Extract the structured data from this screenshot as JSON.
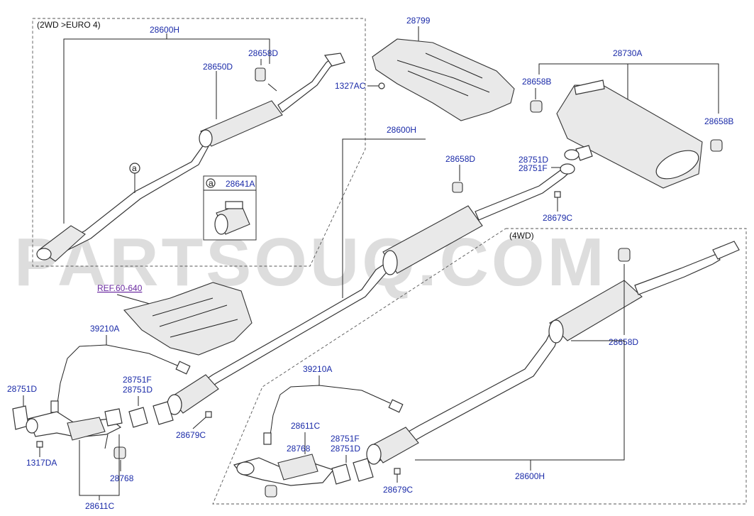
{
  "watermark": "PARTSOUQ.COM",
  "sections": {
    "section_2wd": "(2WD >EURO 4)",
    "section_4wd": "(4WD)"
  },
  "labels": {
    "muffler_2wd": "28600H",
    "center_muffler_2wd": "28650D",
    "hanger_2wd": "28658D",
    "clamp_marker": "a",
    "clamp_part_marker": "a",
    "clamp_part": "28641A",
    "heat_protector": "28799",
    "bolt": "1327AC",
    "rear_muffler": "28730A",
    "hanger_rear_left": "28658B",
    "hanger_rear_right": "28658B",
    "muffler_main": "28600H",
    "hanger_main": "28658D",
    "gasket_rear_1": "28751D",
    "gasket_rear_2": "28751F",
    "nut_rear": "28679C",
    "section_4wd_marker": "(4WD)",
    "hanger_4wd": "28658D",
    "ref_heat_shield": "REF.60-640",
    "sensor_left": "39210A",
    "gasket_left": "28751D",
    "gasket_mid_1": "28751F",
    "gasket_mid_2": "28751D",
    "nut_mid": "28679C",
    "bolt_left": "1317DA",
    "hanger_left": "28768",
    "manifold_left": "28611C",
    "sensor_4wd": "39210A",
    "manifold_4wd": "28611C",
    "hanger_4wd_front": "28768",
    "gasket_4wd_1": "28751F",
    "gasket_4wd_2": "28751D",
    "nut_4wd": "28679C",
    "muffler_4wd": "28600H"
  }
}
